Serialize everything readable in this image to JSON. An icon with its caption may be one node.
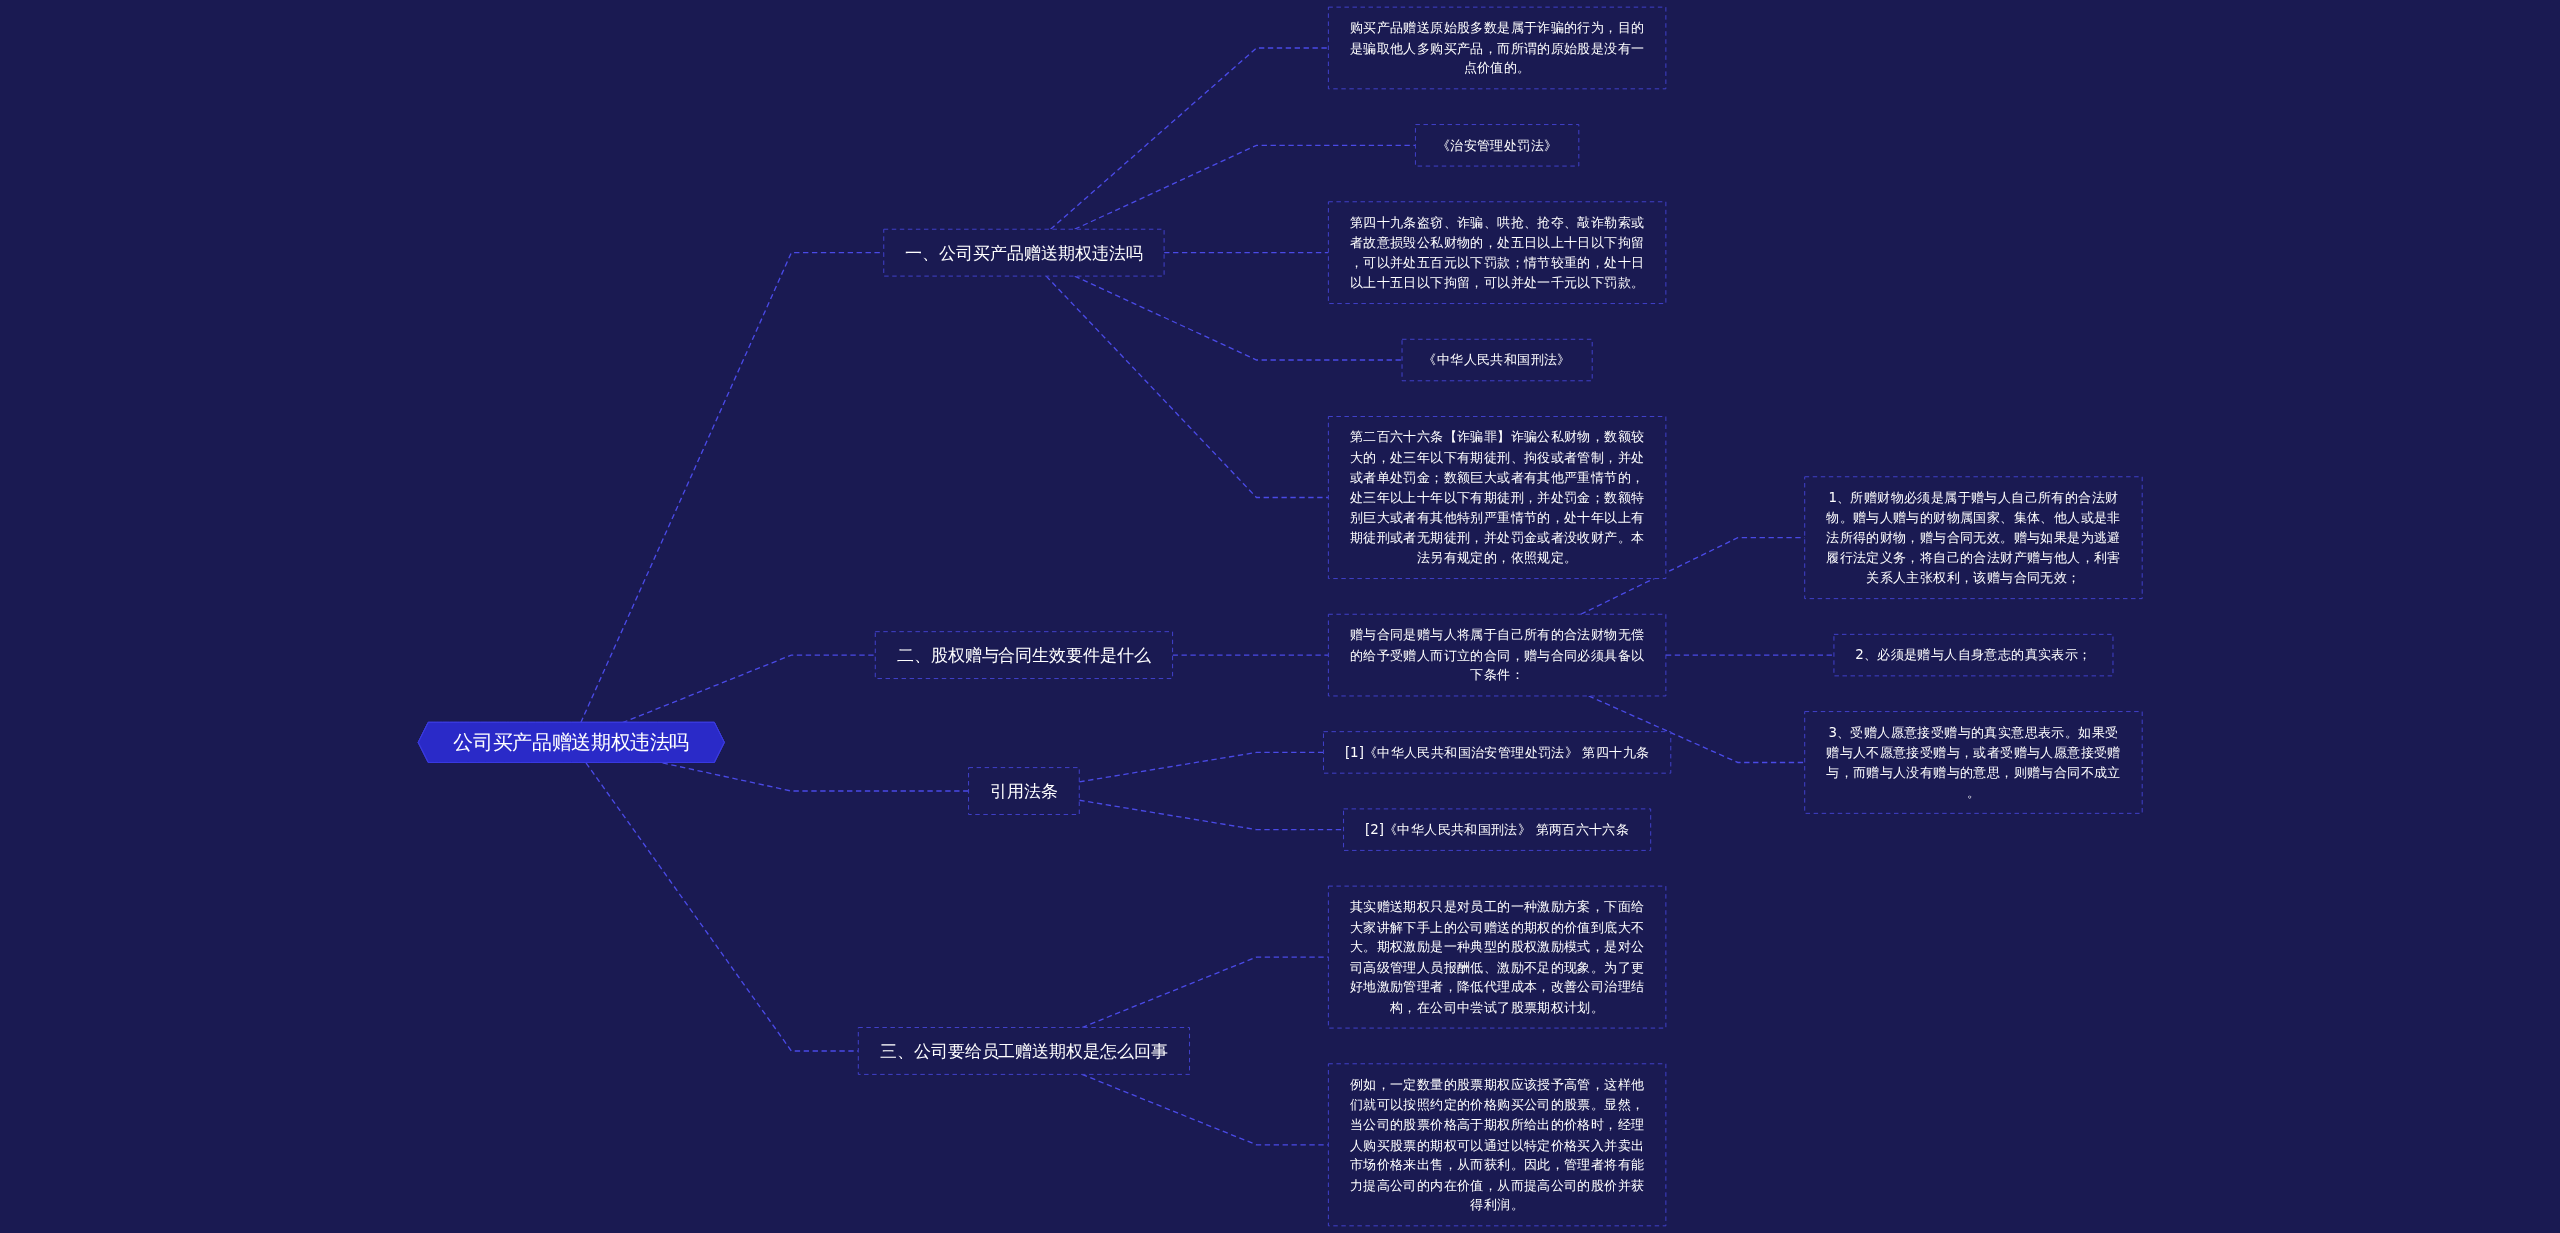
{
  "diagram": {
    "nodes": [
      {
        "text": [
          "公司买产品赠送期权违法吗"
        ]
      },
      {
        "text": [
          "一、公司买产品赠送期权违法吗"
        ]
      },
      {
        "text": [
          "购买产品赠送原始股多数是属于诈骗的行为，目的是骗取他人多购买产品，而所谓的原始股是没有一点价值的。"
        ]
      },
      {
        "text": [
          "《治安管理处罚法》"
        ]
      },
      {
        "text": [
          "第四十九条盗窃、诈骗、哄抢、抢夺、敲诈勒索或者故意损毁公私财物的，处五日以上十日以下拘留，可以并处五百元以下罚款；情节较重的，处十日以上十五日以下拘留，可以并处一千元以下罚款。"
        ]
      },
      {
        "text": [
          "《中华人民共和国刑法》"
        ]
      },
      {
        "text": [
          "第二百六十六条【诈骗罪】诈骗公私财物，数额较大的，处三年以下有期徒刑、拘役或者管制，并处或者单处罚金；数额巨大或者有其他严重情节的，处三年以上十年以下有期徒刑，并处罚金；数额特别巨大或者有其他特别严重情节的，处十年以上有期徒刑或者无期徒刑，并处罚金或者没收财产。本法另有规定的，依照规定。"
        ]
      },
      {
        "text": [
          "二、股权赠与合同生效要件是什么"
        ]
      },
      {
        "text": [
          "赠与合同是赠与人将属于自己所有的合法财物无偿的给予受赠人而订立的合同，赠与合同必须具备以下条件："
        ]
      },
      {
        "text": [
          "1、所赠财物必须是属于赠与人自己所有的合法财物。赠与人赠与的财物属国家、集体、他人或是非法所得的财物，赠与合同无效。赠与如果是为逃避履行法定义务，将自己的合法财产赠与他人，利害关系人主张权利，该赠与合同无效；"
        ]
      },
      {
        "text": [
          "2、必须是赠与人自身意志的真实表示；"
        ]
      },
      {
        "text": [
          "3、受赠人愿意接受赠与的真实意思表示。如果受赠与人不愿意接受赠与，或者受赠与人愿意接受赠与，而赠与人没有赠与的意思，则赠与合同不成立。"
        ]
      },
      {
        "text": [
          "引用法条"
        ]
      },
      {
        "text": [
          "[1]《中华人民共和国治安管理处罚法》 第四十九条"
        ]
      },
      {
        "text": [
          "[2]《中华人民共和国刑法》 第两百六十六条"
        ]
      },
      {
        "text": [
          "三、公司要给员工赠送期权是怎么回事"
        ]
      },
      {
        "text": [
          "其实赠送期权只是对员工的一种激励方案，下面给大家讲解下手上的公司赠送的期权的价值到底大不大。期权激励是一种典型的股权激励模式，是对公司高级管理人员报酬低、激励不足的现象。为了更好地激励管理者，降低代理成本，改善公司治理结构，在公司中尝试了股票期权计划。"
        ]
      },
      {
        "text": [
          "例如，一定数量的股票期权应该授予高管，这样他们就可以按照约定的价格购买公司的股票。显然，当公司的股票价格高于期权所给出的价格时，经理人购买股票的期权可以通过以特定价格买入并卖出市场价格来出售，从而获利。因此，管理者将有能力提高公司的内在价值，从而提高公司的股价并获得利润。"
        ]
      }
    ],
    "edges": [
      {
        "from": 0,
        "to": 1,
        "arrow": "none",
        "style": "dashed"
      },
      {
        "from": 1,
        "to": 2,
        "arrow": "none",
        "style": "dashed"
      },
      {
        "from": 1,
        "to": 3,
        "arrow": "none",
        "style": "dashed"
      },
      {
        "from": 1,
        "to": 4,
        "arrow": "none",
        "style": "dashed"
      },
      {
        "from": 1,
        "to": 5,
        "arrow": "none",
        "style": "dashed"
      },
      {
        "from": 1,
        "to": 6,
        "arrow": "none",
        "style": "dashed"
      },
      {
        "from": 0,
        "to": 7,
        "arrow": "none",
        "style": "dashed"
      },
      {
        "from": 7,
        "to": 8,
        "arrow": "none",
        "style": "dashed"
      },
      {
        "from": 8,
        "to": 9,
        "arrow": "none",
        "style": "dashed"
      },
      {
        "from": 8,
        "to": 10,
        "arrow": "none",
        "style": "dashed"
      },
      {
        "from": 8,
        "to": 11,
        "arrow": "none",
        "style": "dashed"
      },
      {
        "from": 0,
        "to": 12,
        "arrow": "none",
        "style": "dashed"
      },
      {
        "from": 12,
        "to": 13,
        "arrow": "none",
        "style": "dashed"
      },
      {
        "from": 12,
        "to": 14,
        "arrow": "none",
        "style": "dashed"
      },
      {
        "from": 0,
        "to": 15,
        "arrow": "none",
        "style": "dashed"
      },
      {
        "from": 15,
        "to": 16,
        "arrow": "none",
        "style": "dashed"
      },
      {
        "from": 15,
        "to": 17,
        "arrow": "none",
        "style": "dashed"
      }
    ]
  }
}
